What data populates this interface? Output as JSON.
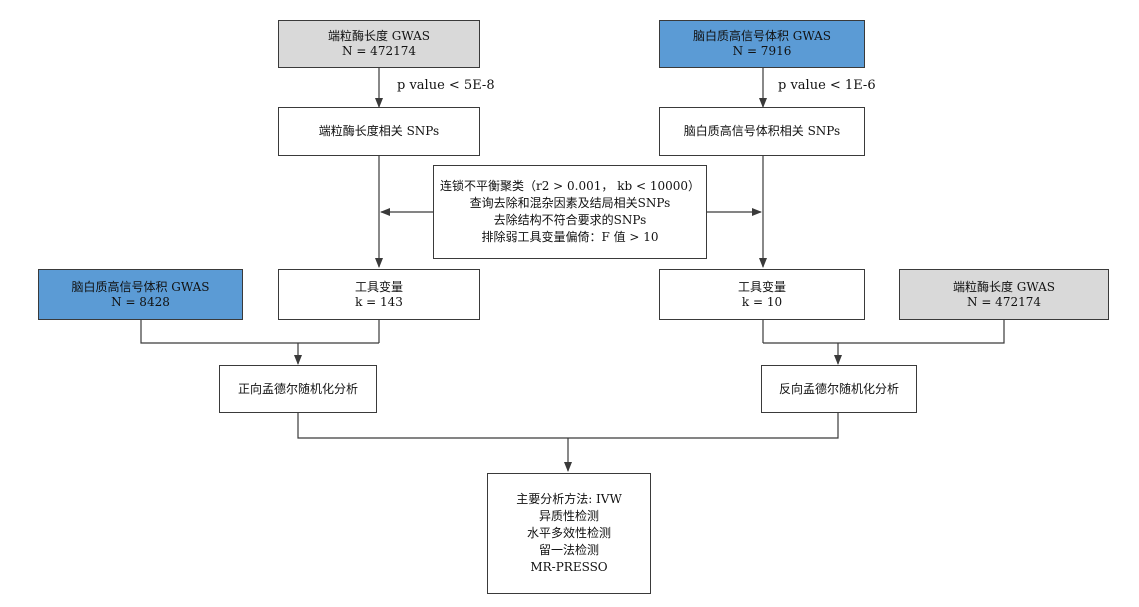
{
  "nodes": {
    "tl_gwas": {
      "line1": "端粒酶长度 GWAS",
      "line2": "N = 472174"
    },
    "tr_gwas": {
      "line1": "脑白质高信号体积 GWAS",
      "line2": "N = 7916"
    },
    "tl_snps": {
      "line1": "端粒酶长度相关 SNPs"
    },
    "tr_snps": {
      "line1": "脑白质高信号体积相关 SNPs"
    },
    "filter": {
      "line1": "连锁不平衡聚类（r2 > 0.001， kb < 10000）",
      "line2": "查询去除和混杂因素及结局相关SNPs",
      "line3": "去除结构不符合要求的SNPs",
      "line4": "排除弱工具变量偏倚：F 值 > 10"
    },
    "ml_gwas": {
      "line1": "脑白质高信号体积 GWAS",
      "line2": "N = 8428"
    },
    "l_iv": {
      "line1": "工具变量",
      "line2": "k = 143"
    },
    "r_iv": {
      "line1": "工具变量",
      "line2": "k = 10"
    },
    "mr_gwas": {
      "line1": "端粒酶长度 GWAS",
      "line2": "N = 472174"
    },
    "forward": {
      "line1": "正向孟德尔随机化分析"
    },
    "reverse": {
      "line1": "反向孟德尔随机化分析"
    },
    "methods": {
      "line1": "主要分析方法: IVW",
      "line2": "异质性检测",
      "line3": "水平多效性检测",
      "line4": "留一法检测",
      "line5": "MR-PRESSO"
    }
  },
  "conditions": {
    "left": "p value < 5E-8",
    "right": "p value < 1E-6"
  },
  "colors": {
    "gray_fill": "#d9d9d9",
    "blue_fill": "#5b9bd5",
    "line": "#3a3a3a"
  }
}
